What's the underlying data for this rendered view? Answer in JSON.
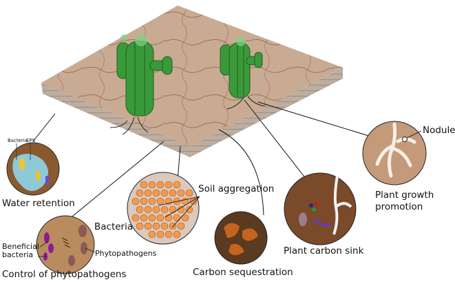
{
  "labels": {
    "water_retention": "Water retention",
    "bacteria_small": "Bacteria",
    "eps": "EPS",
    "control": "Control of phytopathogens",
    "beneficial_line1": "Beneficial",
    "beneficial_line2": "bacteria",
    "phytopathogens": "Phytopathogens",
    "bacteria": "Bacteria",
    "soil_aggregation": "Soil aggregation",
    "carbon_sequestration": "Carbon sequestration",
    "plant_carbon_sink": "Plant carbon sink",
    "nodule": "Nodule",
    "growth_line1": "Plant growth",
    "growth_line2": "promotion"
  },
  "colors": {
    "soil_top": "#c8aa92",
    "soil_side": "#b9a89a",
    "cactus": "#3a9a3a",
    "cactus_dark": "#1f5f1f",
    "circle_brown": "#8a5a2e",
    "circle_light": "#b98b5e",
    "aggregate_orange": "#f39a4e",
    "aggregate_bg": "#dcc9bd",
    "eps_blue": "#8ec9d8"
  }
}
